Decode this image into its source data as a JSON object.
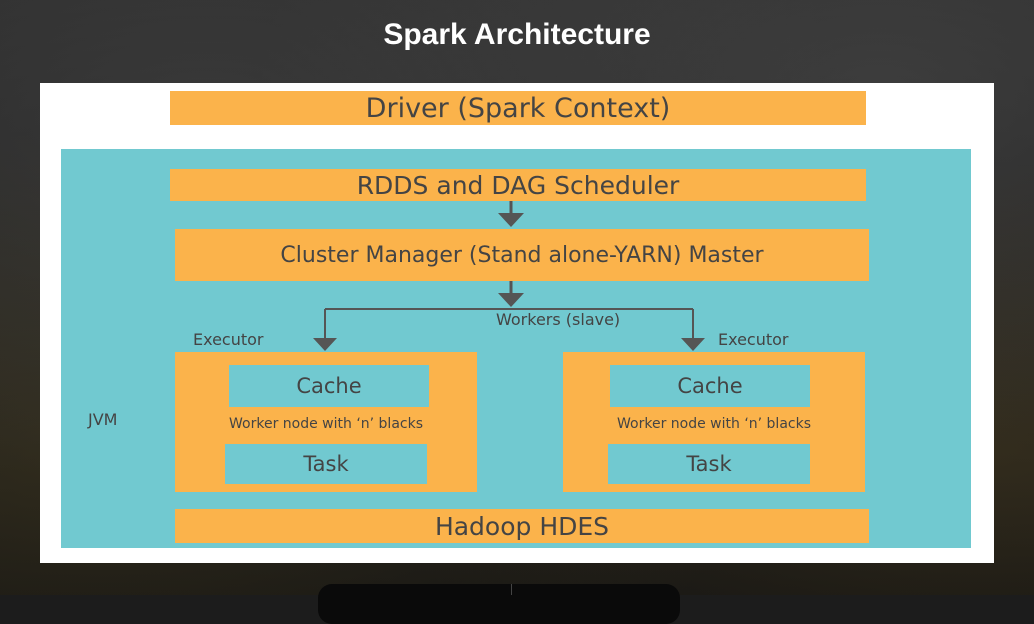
{
  "title": "Spark Architecture",
  "diagram": {
    "driver": "Driver (Spark Context)",
    "scheduler": "RDDS and DAG Scheduler",
    "cluster_manager": "Cluster Manager (Stand alone-YARN) Master",
    "workers_label": "Workers (slave)",
    "jvm_label": "JVM",
    "executors": [
      {
        "label": "Executor",
        "cache": "Cache",
        "worker": "Worker node with ‘n’ blacks",
        "task": "Task"
      },
      {
        "label": "Executor",
        "cache": "Cache",
        "worker": "Worker node with ‘n’ blacks",
        "task": "Task"
      }
    ],
    "storage": "Hadoop HDES"
  },
  "colors": {
    "orange": "#fbb34b",
    "teal": "#71c9d0",
    "text": "#444444",
    "arrow": "#555555"
  }
}
